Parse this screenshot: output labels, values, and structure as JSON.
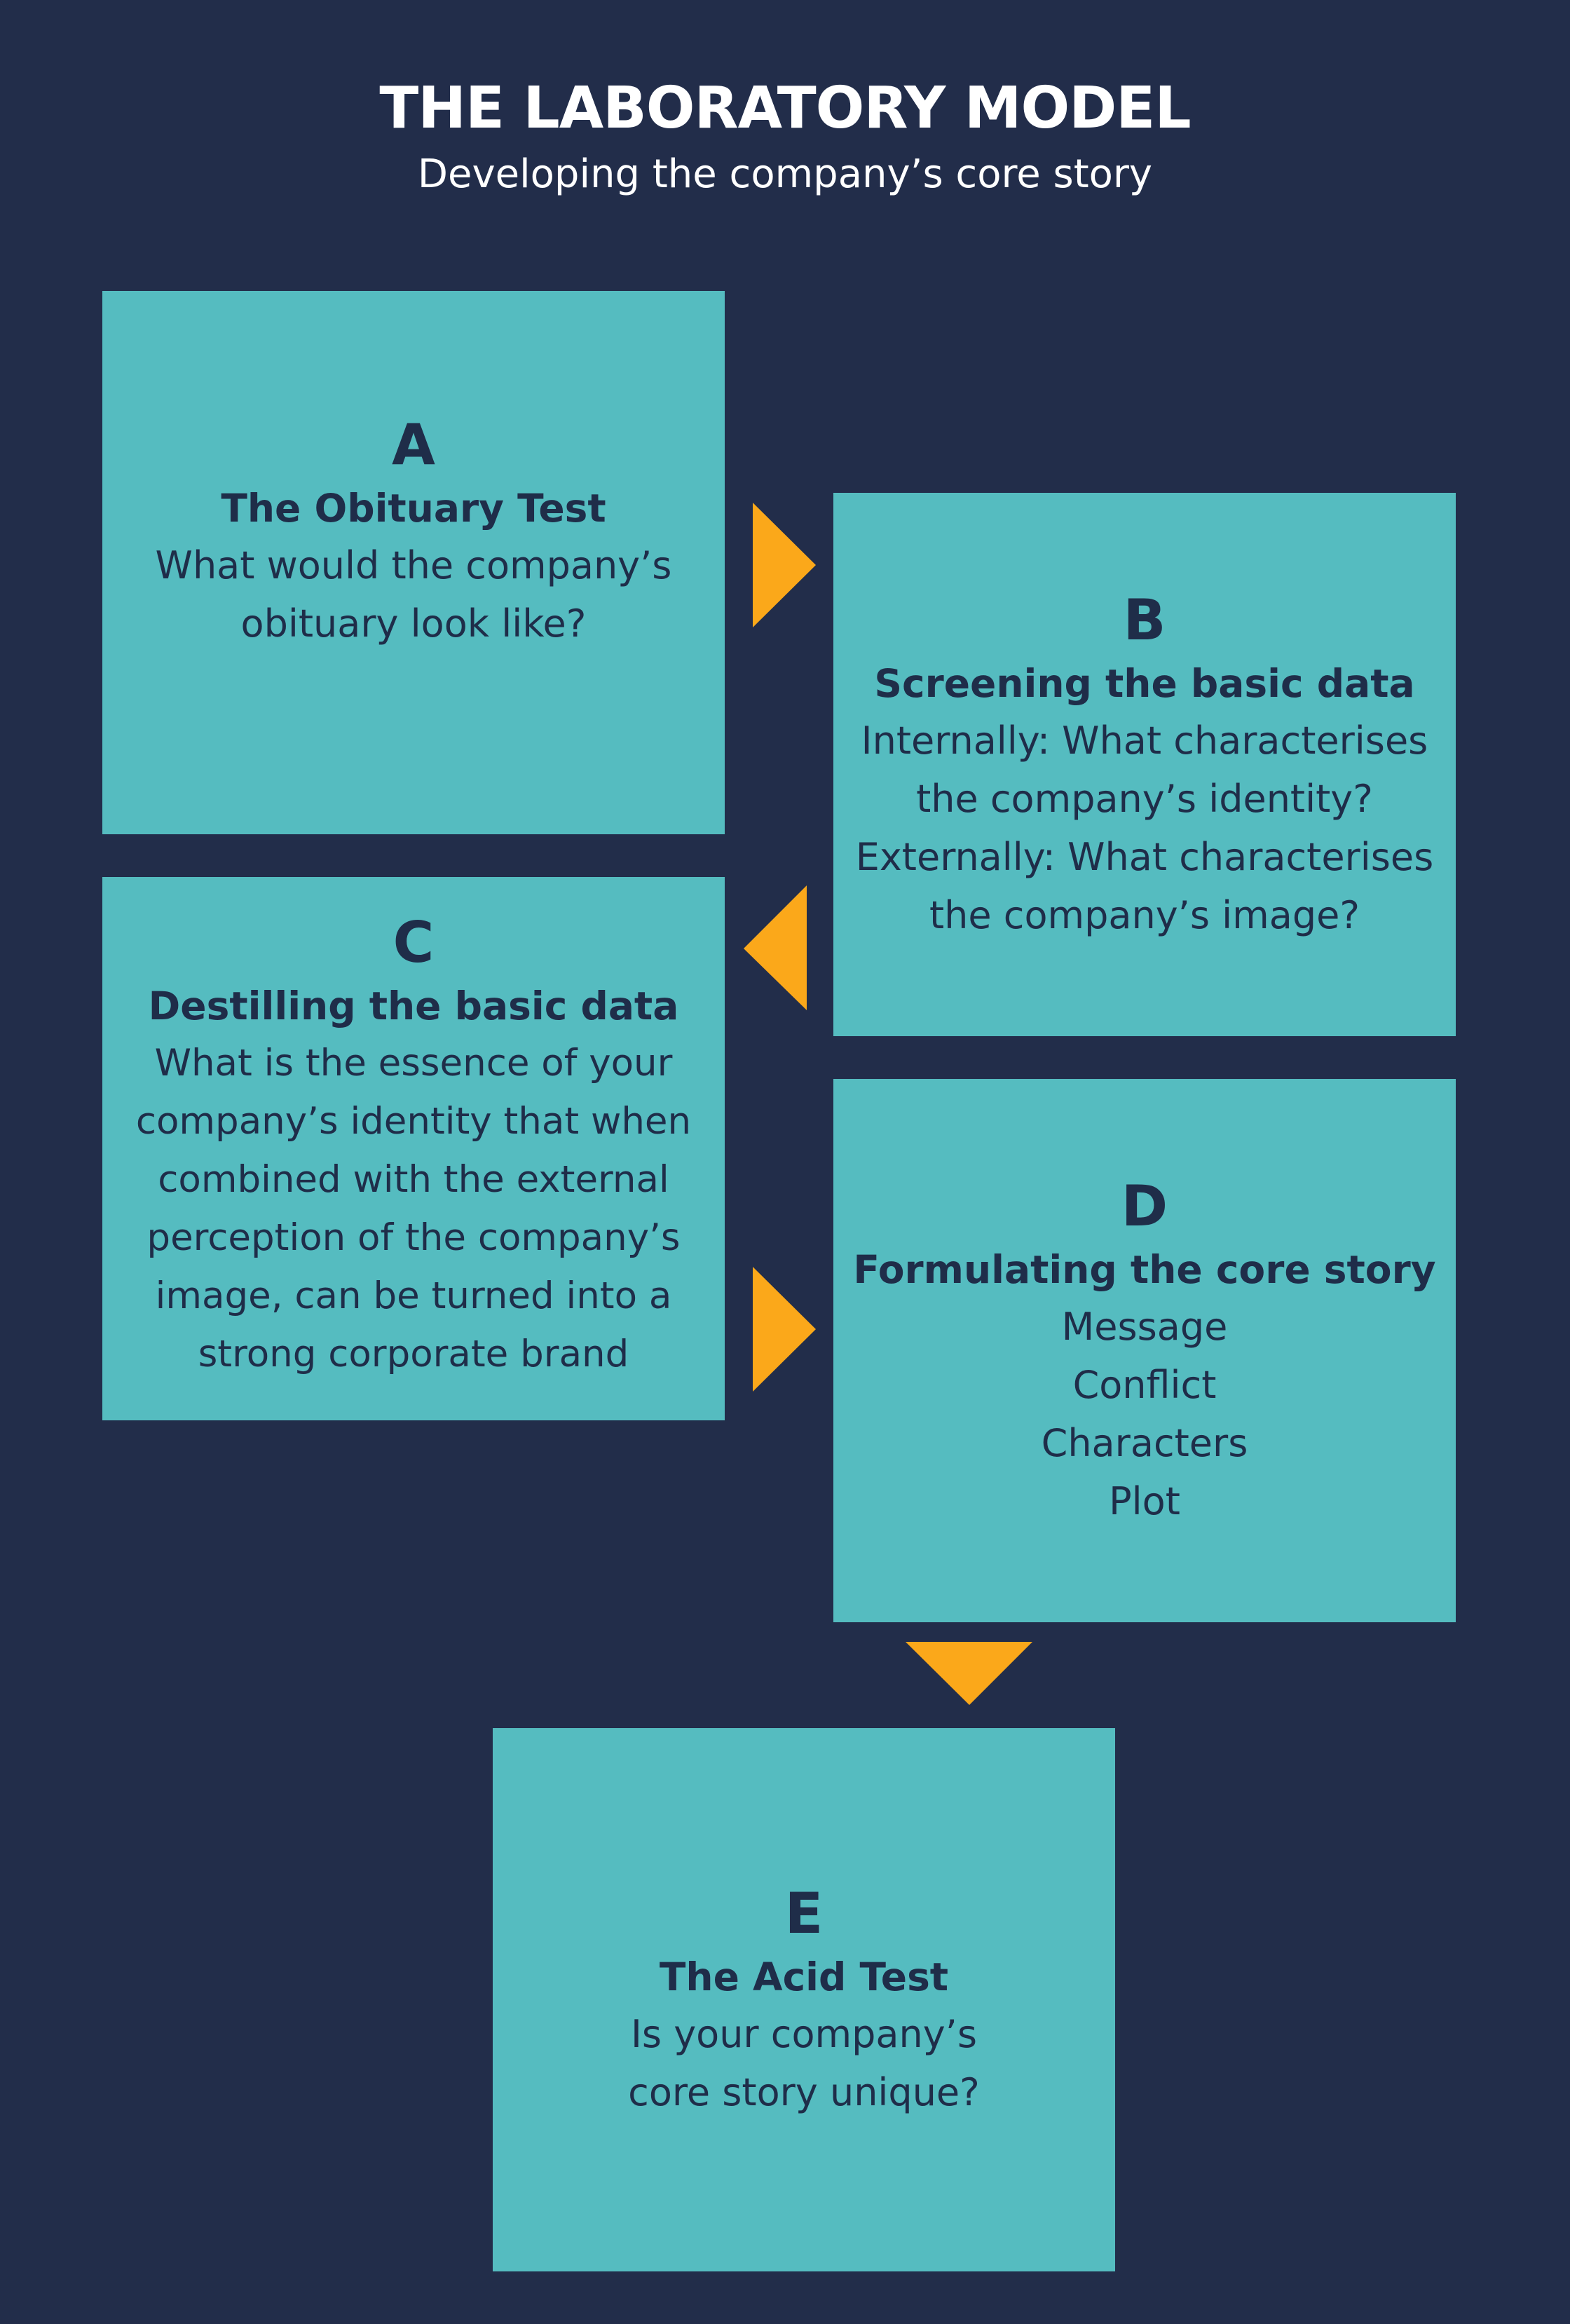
{
  "header": {
    "title": "THE LABORATORY MODEL",
    "subtitle": "Developing the company’s core story"
  },
  "steps": [
    {
      "letter": "A",
      "heading": "The Obituary Test",
      "lines": [
        "What would the company’s",
        "obituary look like?"
      ]
    },
    {
      "letter": "B",
      "heading": "Screening the basic data",
      "lines": [
        "Internally: What characterises",
        "the company’s identity?",
        "Externally: What characterises",
        "the company’s image?"
      ]
    },
    {
      "letter": "C",
      "heading": "Destilling the basic data",
      "lines": [
        "What is the essence of your",
        "company’s identity that when",
        "combined with the external",
        "perception of the company’s",
        "image, can be turned into a",
        "strong corporate brand"
      ]
    },
    {
      "letter": "D",
      "heading": "Formulating the core story",
      "lines": [
        "Message",
        "Conflict",
        "Characters",
        "Plot"
      ]
    },
    {
      "letter": "E",
      "heading": "The Acid Test",
      "lines": [
        "Is your company’s",
        "core story unique?"
      ]
    }
  ],
  "colors": {
    "background": "#222d4a",
    "box": "#55bcc0",
    "text_dark": "#1f2d49",
    "arrow": "#fba81a"
  }
}
